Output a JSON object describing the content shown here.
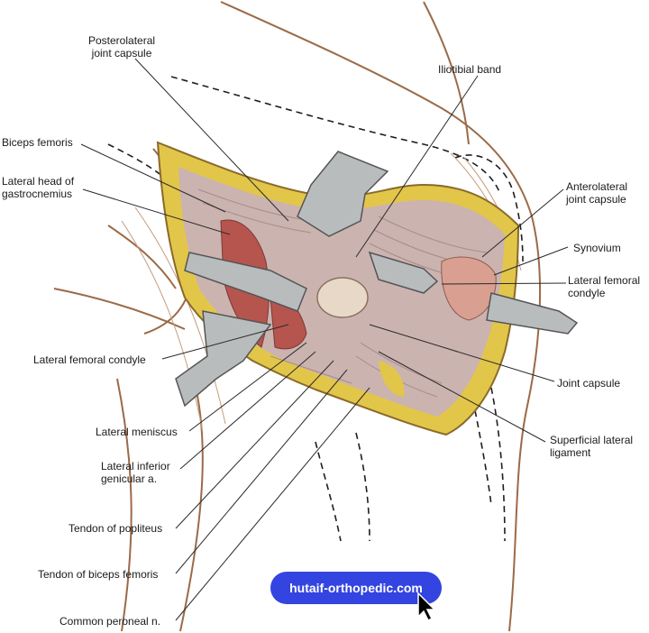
{
  "labels": {
    "posterolateral_capsule": [
      "Posterolateral",
      "joint capsule"
    ],
    "iliotibial_band": "Iliotibial band",
    "biceps_femoris": "Biceps femoris",
    "lateral_head_gastrocnemius": [
      "Lateral head of",
      "gastrocnemius"
    ],
    "anterolateral_capsule": [
      "Anterolateral",
      "joint capsule"
    ],
    "synovium": "Synovium",
    "lateral_femoral_condyle_right": [
      "Lateral femoral",
      "condyle"
    ],
    "lateral_femoral_condyle_left": "Lateral femoral condyle",
    "joint_capsule": "Joint capsule",
    "superficial_lateral_ligament": [
      "Superficial lateral",
      "ligament"
    ],
    "lateral_meniscus": "Lateral meniscus",
    "lateral_inferior_genicular": [
      "Lateral inferior",
      "genicular a."
    ],
    "tendon_popliteus": "Tendon of popliteus",
    "tendon_biceps_femoris": "Tendon of biceps femoris",
    "common_peroneal": "Common peroneal n."
  },
  "watermark": {
    "text": "hutaif-orthopedic.com",
    "color": "#3344e0"
  },
  "icons": {
    "cursor": "mouse-pointer-icon"
  },
  "colors": {
    "fat": "#e2c64a",
    "tissue": "#c9b2ae",
    "muscle": "#b5554e",
    "retractor": "#b9bcbd",
    "outline": "#8a5a3a"
  }
}
